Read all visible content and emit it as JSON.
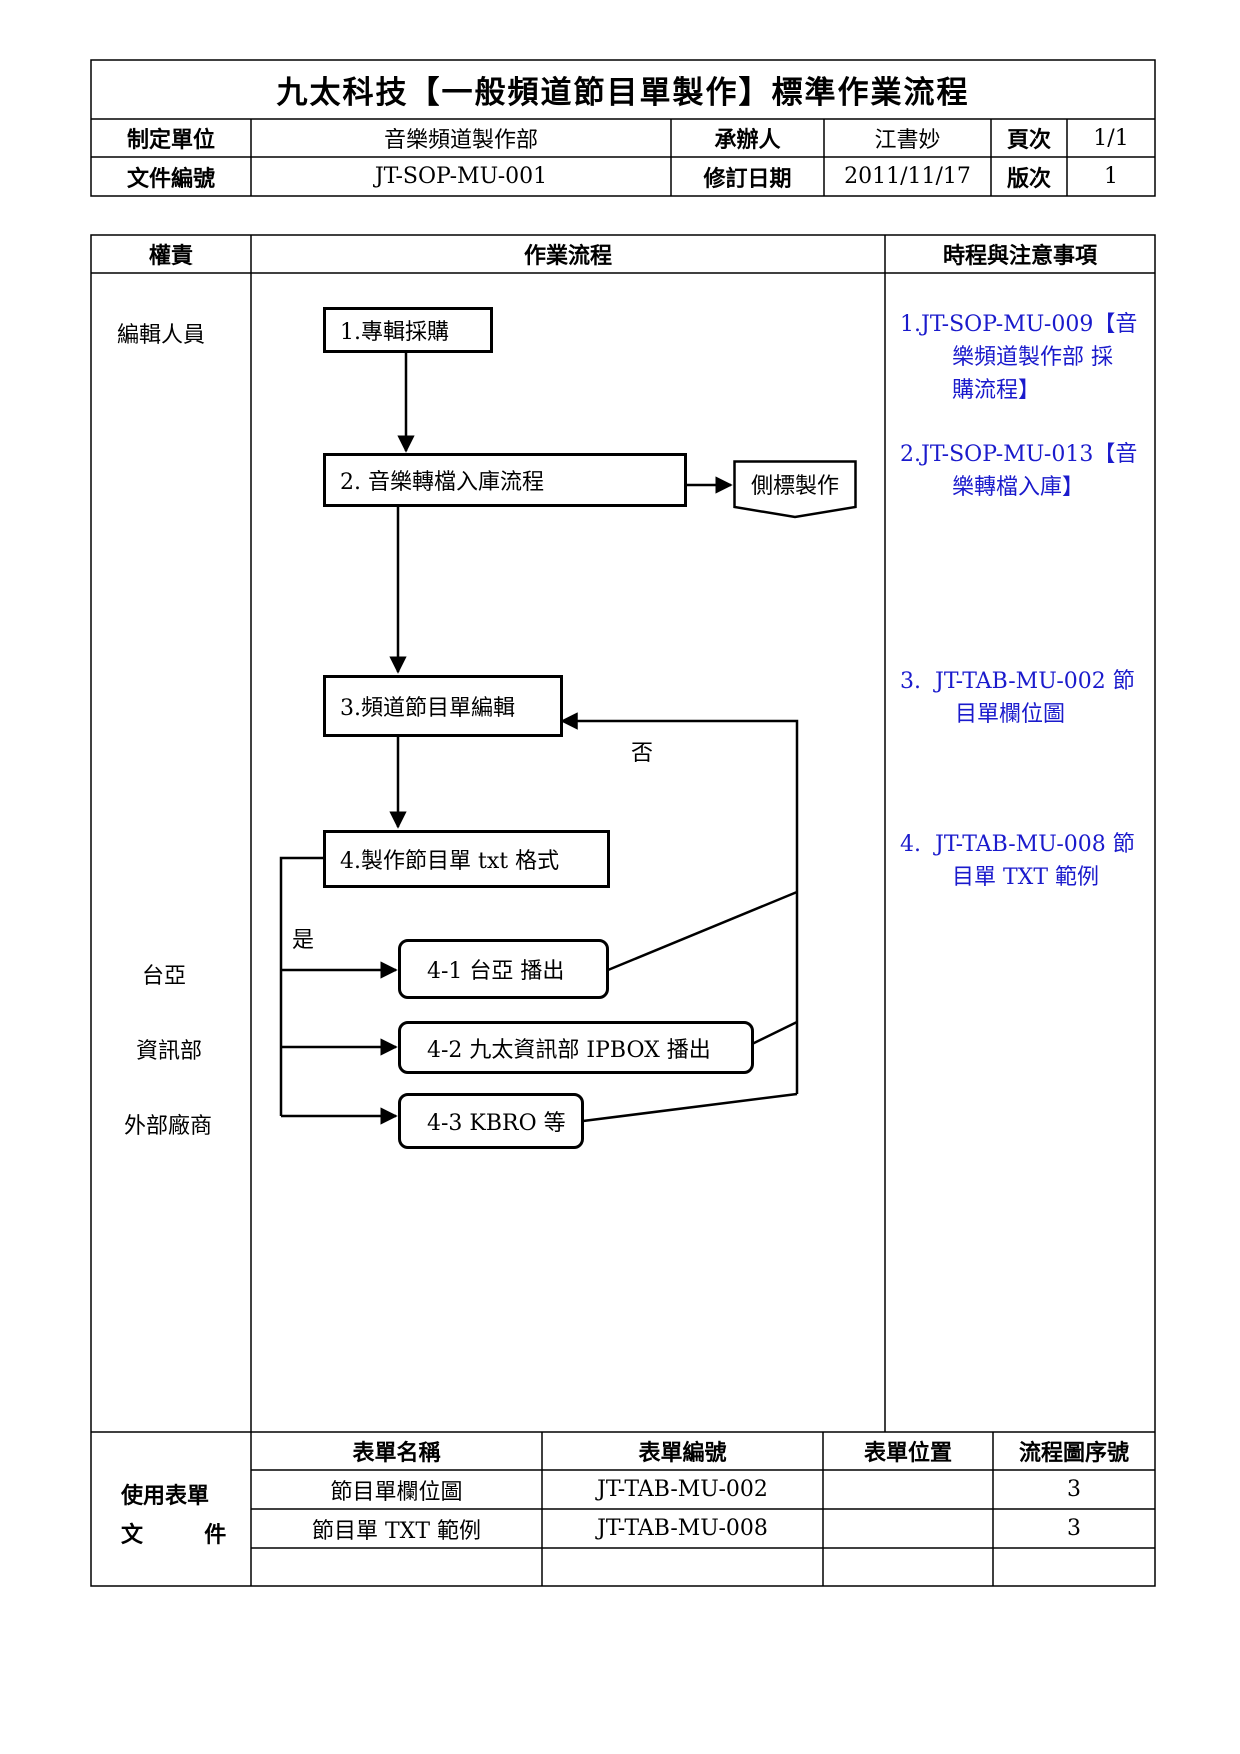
{
  "header": {
    "title": "九太科技【一般頻道節目單製作】標準作業流程",
    "row1": {
      "unit_label": "制定單位",
      "unit_value": "音樂頻道製作部",
      "handler_label": "承辦人",
      "handler_value": "江書妙",
      "page_label": "頁次",
      "page_value": "1/1"
    },
    "row2": {
      "doc_no_label": "文件編號",
      "doc_no_value": "JT-SOP-MU-001",
      "revised_label": "修訂日期",
      "revised_value": "2011/11/17",
      "version_label": "版次",
      "version_value": "1"
    }
  },
  "main": {
    "col_roles": "權責",
    "col_flow": "作業流程",
    "col_notes": "時程與注意事項",
    "roles": [
      "編輯人員",
      "台亞",
      "資訊部",
      "外部廠商"
    ],
    "steps": {
      "s1": "1.專輯採購",
      "s2": "2.  音樂轉檔入庫流程",
      "side_label": "側標製作",
      "s3": "3.頻道節目單編輯",
      "s4": "4.製作節目單 txt 格式",
      "s41": "4-1 台亞  播出",
      "s42": "4-2 九太資訊部  IPBOX 播出",
      "s43": "4-3  KBRO 等",
      "yes": "是",
      "no": "否"
    },
    "notes": [
      {
        "num": "1.",
        "lines": [
          "JT-SOP-MU-009【音",
          "樂頻道製作部 採",
          "購流程】"
        ]
      },
      {
        "num": "2.",
        "lines": [
          "JT-SOP-MU-013【音",
          "樂轉檔入庫】"
        ]
      },
      {
        "num": "3.",
        "lines": [
          "JT-TAB-MU-002 節",
          "目單欄位圖"
        ]
      },
      {
        "num": "4.",
        "lines": [
          "JT-TAB-MU-008 節",
          "目單 TXT 範例"
        ]
      }
    ]
  },
  "forms": {
    "section_label_1": "使用表單",
    "section_label_2": "文        件",
    "headers": [
      "表單名稱",
      "表單編號",
      "表單位置",
      "流程圖序號"
    ],
    "rows": [
      [
        "節目單欄位圖",
        "JT-TAB-MU-002",
        "",
        "3"
      ],
      [
        "節目單 TXT 範例",
        "JT-TAB-MU-008",
        "",
        "3"
      ],
      [
        "",
        "",
        "",
        ""
      ]
    ]
  },
  "colors": {
    "note_text": "#1a1acc",
    "lines": "#000000"
  }
}
